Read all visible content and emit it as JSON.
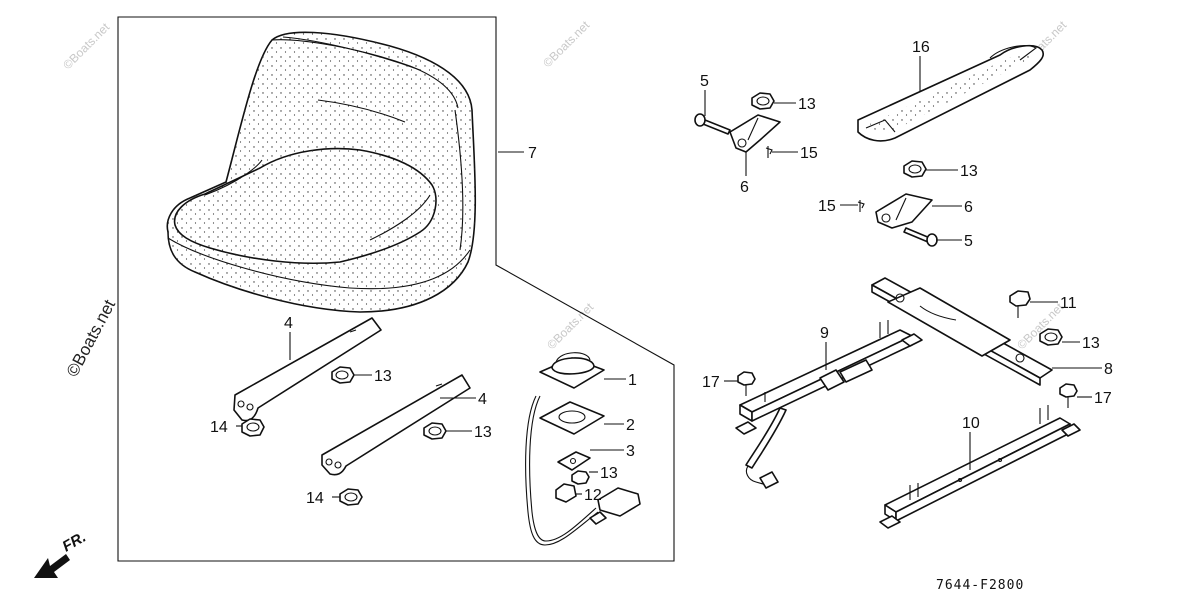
{
  "diagram": {
    "callouts": [
      {
        "id": "c1",
        "text": "1"
      },
      {
        "id": "c2",
        "text": "2"
      },
      {
        "id": "c3",
        "text": "3"
      },
      {
        "id": "c4a",
        "text": "4"
      },
      {
        "id": "c4b",
        "text": "4"
      },
      {
        "id": "c5a",
        "text": "5"
      },
      {
        "id": "c5b",
        "text": "5"
      },
      {
        "id": "c6a",
        "text": "6"
      },
      {
        "id": "c6b",
        "text": "6"
      },
      {
        "id": "c7",
        "text": "7"
      },
      {
        "id": "c8",
        "text": "8"
      },
      {
        "id": "c9",
        "text": "9"
      },
      {
        "id": "c10",
        "text": "10"
      },
      {
        "id": "c11",
        "text": "11"
      },
      {
        "id": "c12",
        "text": "12"
      },
      {
        "id": "c13a",
        "text": "13"
      },
      {
        "id": "c13b",
        "text": "13"
      },
      {
        "id": "c13c",
        "text": "13"
      },
      {
        "id": "c13d",
        "text": "13"
      },
      {
        "id": "c13e",
        "text": "13"
      },
      {
        "id": "c13f",
        "text": "13"
      },
      {
        "id": "c14a",
        "text": "14"
      },
      {
        "id": "c14b",
        "text": "14"
      },
      {
        "id": "c15a",
        "text": "15"
      },
      {
        "id": "c15b",
        "text": "15"
      },
      {
        "id": "c16",
        "text": "16"
      },
      {
        "id": "c17a",
        "text": "17"
      },
      {
        "id": "c17b",
        "text": "17"
      }
    ],
    "diagram_code": "7644-F2800",
    "front_label": "FR.",
    "watermark": "©Boats.net"
  }
}
